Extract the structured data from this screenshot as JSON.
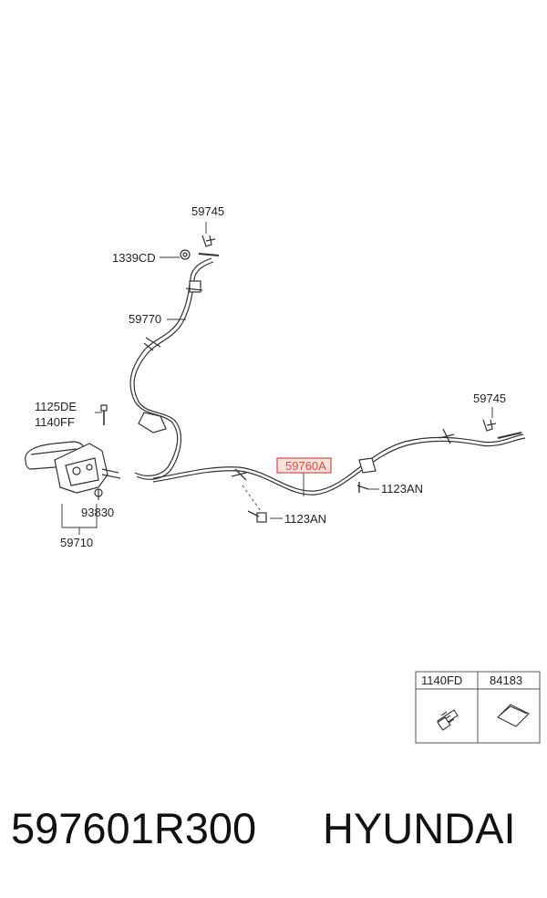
{
  "diagram": {
    "labels": {
      "p59745_top": "59745",
      "p1339CD": "1339CD",
      "p59770": "59770",
      "p1125DE": "1125DE",
      "p1140FF": "1140FF",
      "p93830": "93830",
      "p59710": "59710",
      "p59760A": "59760A",
      "p1123AN_right": "1123AN",
      "p1123AN_bottom": "1123AN",
      "p59745_right": "59745"
    },
    "legend_table": {
      "headers": [
        "1140FD",
        "84183"
      ]
    },
    "highlight_color": "#e0473a",
    "line_color": "#333333"
  },
  "footer": {
    "part_number": "597601R300",
    "brand": "HYUNDAI"
  }
}
